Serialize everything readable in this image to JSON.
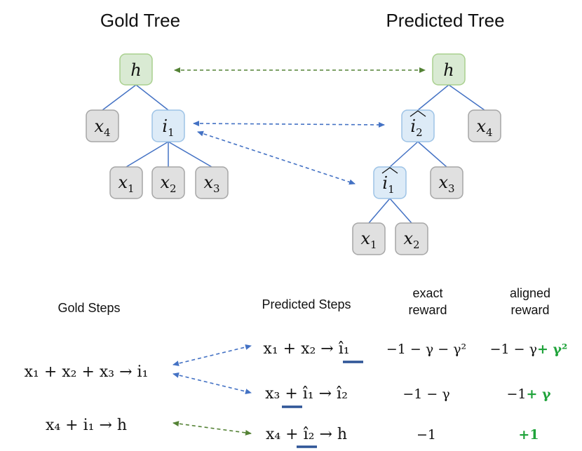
{
  "titles": {
    "gold_tree": "Gold Tree",
    "predicted_tree": "Predicted Tree"
  },
  "gold_tree": {
    "root": "h",
    "internal": "i1",
    "leaves": [
      "x4",
      "x1",
      "x2",
      "x3"
    ]
  },
  "predicted_tree": {
    "root": "h",
    "internal": [
      "î2",
      "î1"
    ],
    "leaves": [
      "x4",
      "x3",
      "x1",
      "x2"
    ]
  },
  "headers": {
    "gold_steps": "Gold Steps",
    "predicted_steps": "Predicted Steps",
    "exact_reward_line1": "exact",
    "exact_reward_line2": "reward",
    "aligned_reward_line1": "aligned",
    "aligned_reward_line2": "reward"
  },
  "gold_steps": [
    "x₁ + x₂ + x₃ → i₁",
    "x₄ + i₁ → h"
  ],
  "predicted_steps": [
    "x₁ + x₂ → î₁",
    "x₃ + î₁ → î₂",
    "x₄ + î₂ → h"
  ],
  "exact_reward": [
    "−1 − γ − γ²",
    "−1 − γ",
    "−1"
  ],
  "aligned_reward": [
    {
      "base": "−1 − γ",
      "bonus": "+ γ²"
    },
    {
      "base": "−1",
      "bonus": "+ γ"
    },
    {
      "base": "",
      "bonus": "+1"
    }
  ],
  "colors": {
    "root_fill": "#d9ead3",
    "root_stroke": "#a9d08e",
    "internal_fill": "#ddebf7",
    "internal_stroke": "#9dc3e6",
    "leaf_fill": "#e0e0e0",
    "leaf_stroke": "#a6a6a6",
    "edge": "#4472c4",
    "arrow_green": "#548235",
    "arrow_blue": "#4472c4",
    "underline": "#2f5597",
    "reward_green": "#1fa33a"
  }
}
